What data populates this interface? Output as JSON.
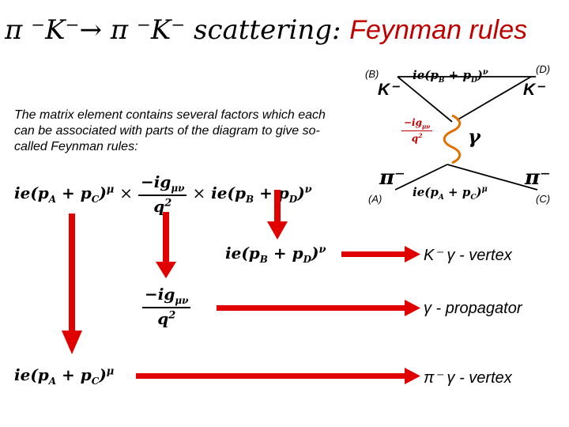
{
  "title": {
    "prefix": "π ⁻K⁻→ π ⁻K⁻ scattering: ",
    "highlight": "Feynman rules"
  },
  "intro_text": "The matrix element contains several factors which each can be associated with parts of the diagram to give so-called Feynman rules:",
  "equation": {
    "current_A": "ie(pA + pC)μ",
    "times": "×",
    "propagator_num": "−igμν",
    "propagator_den": "q²",
    "current_B": "ie(pB + pD)ν"
  },
  "diagram": {
    "label_B": "(B)",
    "label_D": "(D)",
    "label_A": "(A)",
    "label_C": "(C)",
    "kaon_in": "K⁻",
    "kaon_out": "K⁻",
    "pion_in": "π⁻",
    "pion_out": "π⁻",
    "photon": "γ",
    "top_vertex": "ie(pB + pD)ν",
    "bottom_vertex": "ie(pA + pC)μ",
    "prop_num": "−igμν",
    "prop_den": "q²"
  },
  "rules": [
    {
      "factor": "ie(pB + pD)ν",
      "name": "K⁻ γ  - vertex"
    },
    {
      "factor_num": "−igμν",
      "factor_den": "q²",
      "name": "γ  - propagator"
    },
    {
      "factor": "ie(pA + pC)μ",
      "name": "π⁻ γ  - vertex"
    }
  ],
  "colors": {
    "accent": "#c00000",
    "arrow": "#e00000",
    "text": "#000000"
  }
}
